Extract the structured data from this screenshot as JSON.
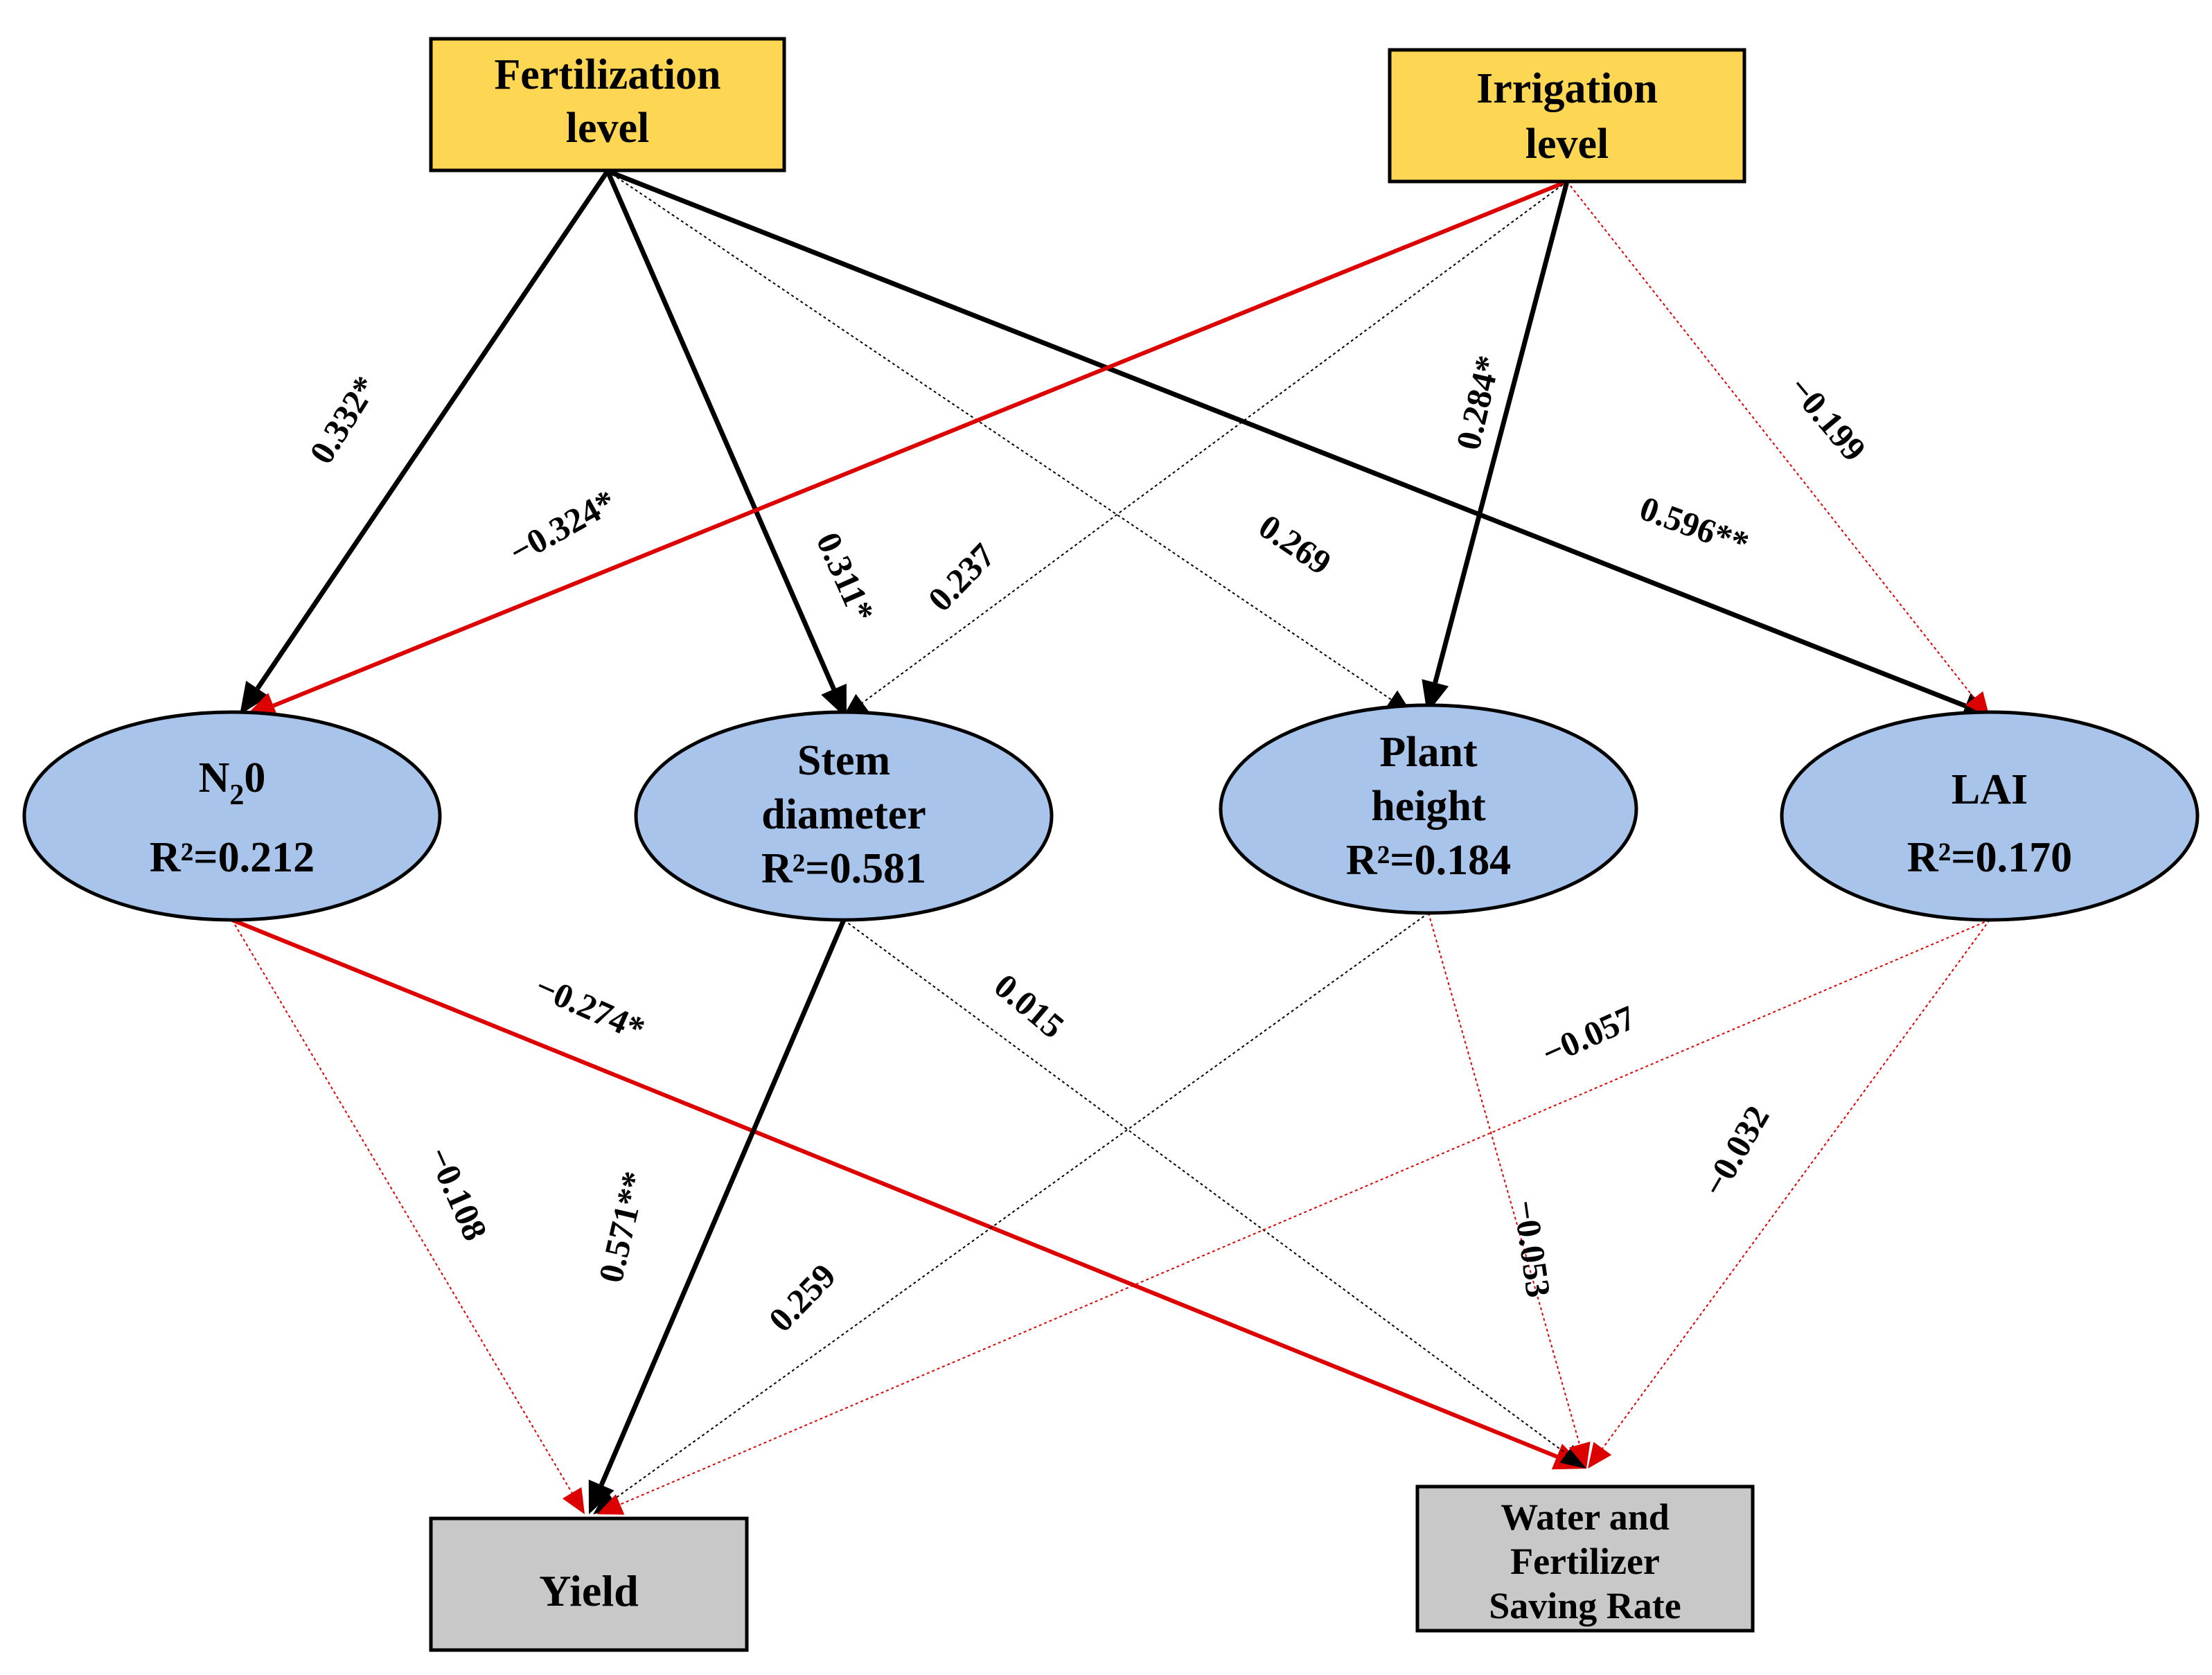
{
  "nodes": {
    "fertilization": {
      "lines": [
        "Fertilization",
        "level"
      ],
      "fill": "#fdd654"
    },
    "irrigation": {
      "lines": [
        "Irrigation",
        "level"
      ],
      "fill": "#fdd654"
    },
    "n2o": {
      "lines": [
        "N",
        "2",
        "0",
        "R²=0.212"
      ],
      "fill": "#a9c4ea"
    },
    "stem": {
      "lines": [
        "Stem",
        "diameter",
        "R²=0.581"
      ],
      "fill": "#a9c4ea"
    },
    "plant": {
      "lines": [
        "Plant",
        "height",
        "R²=0.184"
      ],
      "fill": "#a9c4ea"
    },
    "lai": {
      "lines": [
        "LAI",
        "R²=0.170"
      ],
      "fill": "#a9c4ea"
    },
    "yield": {
      "lines": [
        "Yield"
      ],
      "fill": "#c8c8c8"
    },
    "wfsr": {
      "lines": [
        "Water and",
        "Fertilizer",
        "Saving Rate"
      ],
      "fill": "#c8c8c8"
    }
  },
  "paths": [
    {
      "from": "Fertilization level",
      "to": "N20",
      "coefficient": "0.332*",
      "sign": "positive",
      "significant": true
    },
    {
      "from": "Fertilization level",
      "to": "Stem diameter",
      "coefficient": "0.311*",
      "sign": "positive",
      "significant": true
    },
    {
      "from": "Fertilization level",
      "to": "Plant height",
      "coefficient": "0.269",
      "sign": "positive",
      "significant": false
    },
    {
      "from": "Fertilization level",
      "to": "LAI",
      "coefficient": "0.596**",
      "sign": "positive",
      "significant": true
    },
    {
      "from": "Irrigation level",
      "to": "N20",
      "coefficient": "−0.324*",
      "sign": "negative",
      "significant": true
    },
    {
      "from": "Irrigation level",
      "to": "Stem diameter",
      "coefficient": "0.237",
      "sign": "positive",
      "significant": false
    },
    {
      "from": "Irrigation level",
      "to": "Plant height",
      "coefficient": "0.284*",
      "sign": "positive",
      "significant": true
    },
    {
      "from": "Irrigation level",
      "to": "LAI",
      "coefficient": "−0.199",
      "sign": "negative",
      "significant": false
    },
    {
      "from": "N20",
      "to": "Yield",
      "coefficient": "−0.108",
      "sign": "negative",
      "significant": false
    },
    {
      "from": "N20",
      "to": "Water and Fertilizer Saving Rate",
      "coefficient": "−0.274*",
      "sign": "negative",
      "significant": true
    },
    {
      "from": "Stem diameter",
      "to": "Yield",
      "coefficient": "0.571**",
      "sign": "positive",
      "significant": true
    },
    {
      "from": "Stem diameter",
      "to": "Water and Fertilizer Saving Rate",
      "coefficient": "0.015",
      "sign": "positive",
      "significant": false
    },
    {
      "from": "Plant height",
      "to": "Yield",
      "coefficient": "0.259",
      "sign": "positive",
      "significant": false
    },
    {
      "from": "Plant height",
      "to": "Water and Fertilizer Saving Rate",
      "coefficient": "−0.053",
      "sign": "negative",
      "significant": false
    },
    {
      "from": "LAI",
      "to": "Yield",
      "coefficient": "−0.057",
      "sign": "negative",
      "significant": false
    },
    {
      "from": "LAI",
      "to": "Water and Fertilizer Saving Rate",
      "coefficient": "−0.032",
      "sign": "negative",
      "significant": false
    }
  ],
  "colors": {
    "positive": "#000000",
    "negative": "#dd0000",
    "border": "#000000"
  }
}
